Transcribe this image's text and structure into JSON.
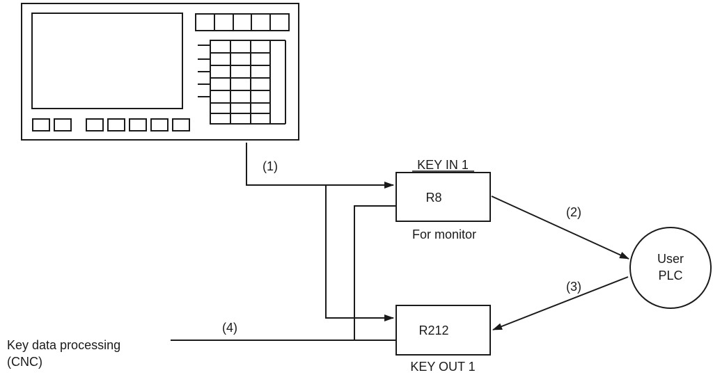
{
  "labels": {
    "key_in": "KEY IN 1",
    "r8": "R8",
    "for_monitor": "For monitor",
    "r212": "R212",
    "key_out": "KEY OUT 1",
    "user": "User",
    "plc": "PLC",
    "step1": "(1)",
    "step2": "(2)",
    "step3": "(3)",
    "step4": "(4)",
    "key_data_line1": "Key data processing",
    "key_data_line2": "(CNC)"
  },
  "colors": {
    "line": "#1a1a1a",
    "background": "#ffffff"
  },
  "icons": {
    "panel": "cnc-operator-panel",
    "arrowheads": "arrowhead"
  }
}
